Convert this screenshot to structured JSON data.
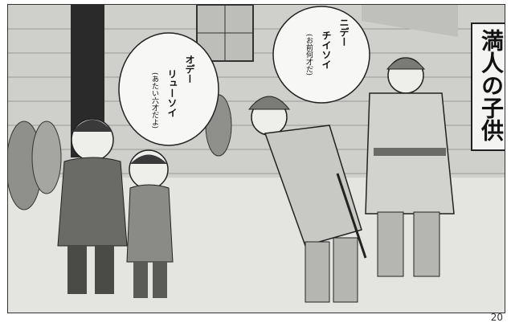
{
  "title": "満人の子供",
  "bubble_left": {
    "line1": "オデー",
    "line2": "リューソイ",
    "gloss": "(あたい六才だよ)"
  },
  "bubble_right": {
    "line1": "ニデー",
    "line2": "チイソイ",
    "gloss": "(お前何才だ)"
  },
  "page_number": "20"
}
